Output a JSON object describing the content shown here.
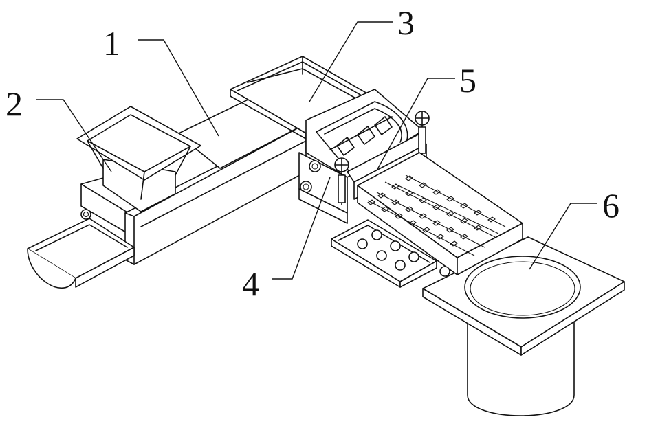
{
  "labels": [
    {
      "id": "1",
      "text": "1",
      "part": "main-housing"
    },
    {
      "id": "2",
      "text": "2",
      "part": "feed-hopper"
    },
    {
      "id": "3",
      "text": "3",
      "part": "rear-conveyor"
    },
    {
      "id": "4",
      "text": "4",
      "part": "frame"
    },
    {
      "id": "5",
      "text": "5",
      "part": "cutting-roller"
    },
    {
      "id": "6",
      "text": "6",
      "part": "collection-bin"
    }
  ],
  "colors": {
    "line": "#111111",
    "background": "#ffffff"
  }
}
